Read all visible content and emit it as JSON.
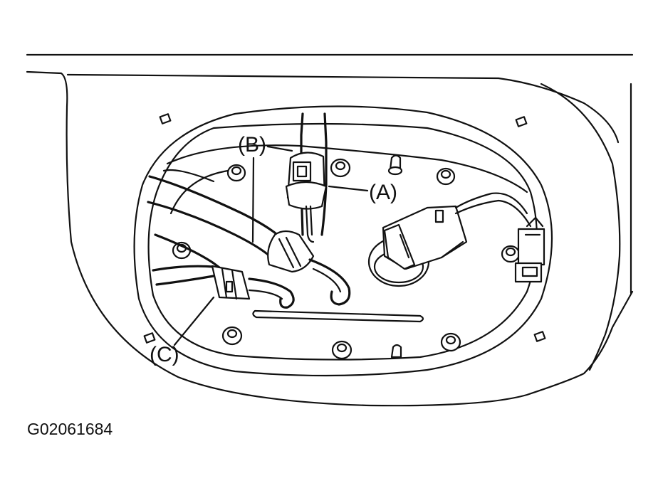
{
  "labels": {
    "a": "(A)",
    "b": "(B)",
    "c": "(C)"
  },
  "figure_code": "G02061684",
  "colors": {
    "ink": "#111111",
    "paper": "#ffffff"
  }
}
